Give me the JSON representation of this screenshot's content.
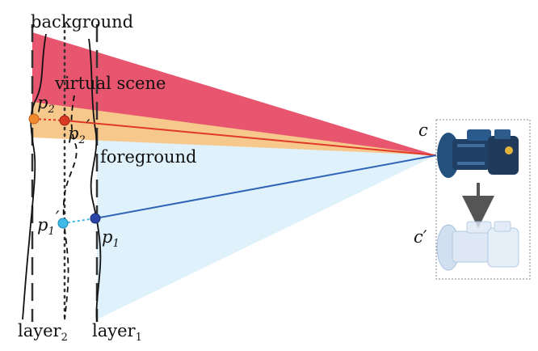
{
  "labels": {
    "background": "background",
    "virtual_scene": "virtual scene",
    "foreground": "foreground",
    "p2": "p",
    "p2_sub": "2",
    "p2_prime": "p",
    "p2_prime_sub": "2",
    "p1_prime": "p",
    "p1_prime_sub": "1",
    "p1": "p",
    "p1_sub": "1",
    "camera_c": "c",
    "camera_c_prime": "c′",
    "layer2": "layer",
    "layer2_sub": "2",
    "layer1": "layer",
    "layer1_sub": "1"
  },
  "colors": {
    "background_cone": "#e8556e",
    "virtual_scene_band": "#f6c68a",
    "foreground_cone": "#d8eef8",
    "ray_red": "#e0392a",
    "ray_blue": "#2e63b5",
    "point_p2": "#f08a2c",
    "point_p2_prime": "#d93a24",
    "point_p1_prime": "#3fb9e6",
    "point_p1": "#2a44a8",
    "camera_body": "#2a5a8c",
    "camera_ghost": "#a9c6e6",
    "arrow": "#555555"
  },
  "icons": {
    "camera": "camera-icon",
    "camera_ghost": "camera-ghost-icon",
    "arrow": "arrow-down-icon"
  }
}
